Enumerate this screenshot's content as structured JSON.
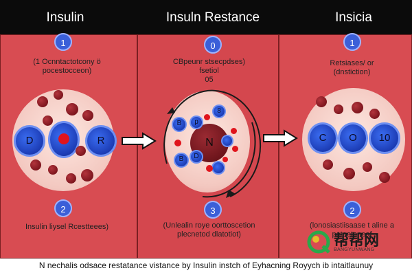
{
  "headers": [
    "Insulin",
    "Insuln Restance",
    "Insicia"
  ],
  "panels": [
    {
      "badge_top": "1",
      "label_top": "(1 Ocnntactotcony ö\npocestocceon)",
      "disc_left": "D",
      "disc_right": "R",
      "badge_bottom": "2",
      "label_bottom": "Insulin liysel Rcestteees)"
    },
    {
      "badge_top": "0",
      "label_top": "CBpeunr stsecpdses)\nfsetiol\n05",
      "center_label": "N",
      "molecule_letters": [
        "B",
        "p",
        "8",
        "B",
        "D"
      ],
      "badge_bottom": "3",
      "label_bottom": "(Unlealin roye oorttoscetion\nplecnetod dlatotiot)"
    },
    {
      "badge_top": "1",
      "label_top": "Retsiases/ or\n(dnstiction)",
      "disc_values": [
        "C",
        "O",
        "10"
      ],
      "badge_bottom": "2",
      "label_bottom": "(lonosiastiisaase t aline a\npetoetaneaf"
    }
  ],
  "caption": "N nechalis odsace restatance vistance by Insulin instch of Eyhacning Royych ib intaitlaunuy",
  "watermark": {
    "text": "帮帮网",
    "sub": "BANGYUNWANG"
  },
  "colors": {
    "panel": "#d84c52",
    "header": "#0b0b0b",
    "blue": "#2a4fd6",
    "cell": "#8a1a22",
    "dot_red": "#e0141c"
  },
  "icons": [
    "arrow-right-icon",
    "cycle-arrow-icon",
    "watermark-logo-icon"
  ]
}
